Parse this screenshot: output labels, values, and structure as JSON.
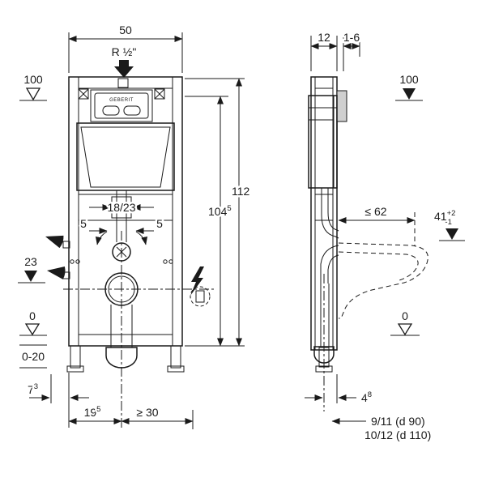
{
  "meta": {
    "title": "Wall-mounted WC element installation drawing"
  },
  "colors": {
    "line": "#1a1a1a",
    "plate_fill": "#cfcfcf",
    "bg": "#ffffff"
  },
  "labels": {
    "width_50": "50",
    "conn_r12": "R ½\"",
    "lvl100_left": "100",
    "lvl100_right": "100",
    "depth_12": "12",
    "gap_16": "1-6",
    "h112": "112",
    "h104_base": "104",
    "h104_sup": "5",
    "flush_1823": "18/23",
    "off5_left": "5",
    "off5_right": "5",
    "lvl23": "23",
    "lvl0_left": "0",
    "range_020": "0-20",
    "d73_base": "7",
    "d73_sup": "3",
    "d195_base": "19",
    "d195_sup": "5",
    "ge30": "≥ 30",
    "le62": "≤ 62",
    "d41_base": "41",
    "d41_sup": "+2",
    "d41_sub": "-1",
    "lvl0_right": "0",
    "d48_base": "4",
    "d48_sup": "8",
    "drain_a": "9/11  (d 90)",
    "drain_b": "10/12 (d 110)",
    "plate_brand": "GEBERIT"
  }
}
